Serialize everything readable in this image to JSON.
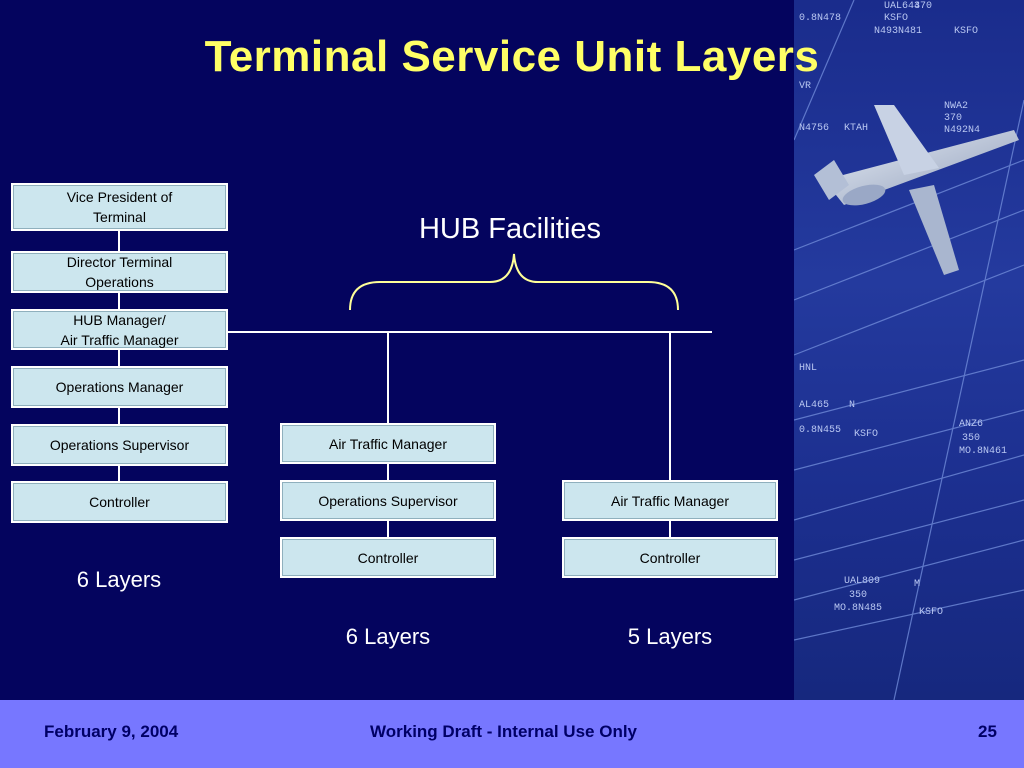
{
  "title": "Terminal Service Unit Layers",
  "hub_label": "HUB Facilities",
  "left_chain": [
    {
      "line1": "Vice President of",
      "line2": "Terminal"
    },
    {
      "line1": "Director Terminal",
      "line2": "Operations"
    },
    {
      "line1": "HUB Manager/",
      "line2": "Air Traffic Manager"
    },
    {
      "line1": "Operations Manager",
      "line2": ""
    },
    {
      "line1": "Operations Supervisor",
      "line2": ""
    },
    {
      "line1": "Controller",
      "line2": ""
    }
  ],
  "middle_chain": [
    "Air Traffic Manager",
    "Operations Supervisor",
    "Controller"
  ],
  "right_chain": [
    "Air Traffic Manager",
    "Controller"
  ],
  "layers": {
    "left": "6 Layers",
    "middle": "6 Layers",
    "right": "5 Layers"
  },
  "radar_labels": [
    "UAL644",
    "370",
    "0.8N478",
    "KSFO",
    "N493N481",
    "KSFO",
    "VR",
    "NWA2",
    "370",
    "N4756",
    "KTAH",
    "N492N4",
    "HNL",
    "AL465",
    "N",
    "0.8N455",
    "KSFO",
    "ANZ6",
    "350",
    "MO.8N461",
    "UAL809",
    "M",
    "350",
    "MO.8N485",
    "KSFO"
  ],
  "footer": {
    "date": "February 9, 2004",
    "center": "Working Draft -  Internal Use Only",
    "page": "25"
  },
  "colors": {
    "background": "#04045e",
    "title": "#ffff66",
    "box": "#cce6ee",
    "footer": "#7777ff",
    "brace": "#ffff99"
  }
}
